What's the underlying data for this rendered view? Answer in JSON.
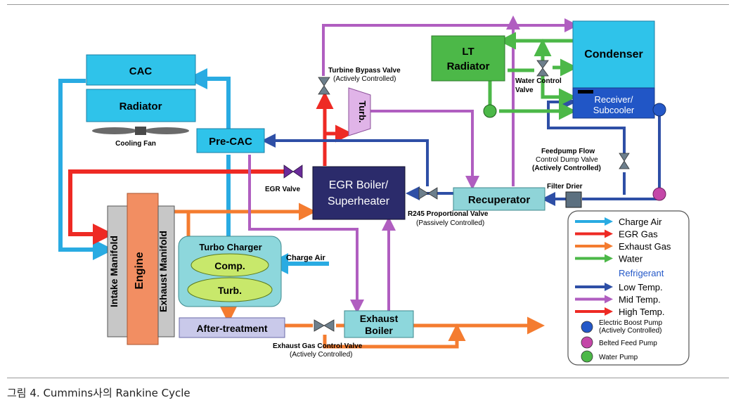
{
  "caption": "그림 4. Cummins사의 Rankine Cycle",
  "components": {
    "cac": "CAC",
    "radiator": "Radiator",
    "cooling_fan": "Cooling Fan",
    "pre_cac": "Pre-CAC",
    "lt_radiator_1": "LT",
    "lt_radiator_2": "Radiator",
    "condenser": "Condenser",
    "receiver_1": "Receiver/",
    "receiver_2": "Subcooler",
    "water_control_valve_1": "Water Control",
    "water_control_valve_2": "Valve",
    "turbine_bypass_valve": "Turbine Bypass  Valve",
    "turbine_bypass_valve_note": "(Actively Controlled)",
    "turb_expander": "Turb.",
    "feedpump_flow": "Feedpump Flow",
    "control_dump_valve": "Control Dump Valve",
    "control_dump_valve_note": "(Actively Controlled)",
    "egr_boiler_1": "EGR Boiler/",
    "egr_boiler_2": "Superheater",
    "egr_valve": "EGR Valve",
    "recuperator": "Recuperator",
    "filter_drier": "Filter Drier",
    "r245_valve": "R245 Proportional  Valve",
    "r245_valve_note": "(Passively Controlled)",
    "intake_manifold": "Intake  Manifold",
    "engine": "Engine",
    "exhaust_manifold": "Exhaust  Manifold",
    "turbo_charger": "Turbo Charger",
    "comp": "Comp.",
    "turb": "Turb.",
    "charge_air_label": "Charge Air",
    "after_treatment": "After-treatment",
    "exhaust_boiler_1": "Exhaust",
    "exhaust_boiler_2": "Boiler",
    "exhaust_gas_control_valve": "Exhaust Gas Control Valve",
    "exhaust_gas_control_valve_note": "(Actively Controlled)"
  },
  "legend": {
    "items": [
      {
        "label": "Charge Air",
        "color": "#29abe2"
      },
      {
        "label": "EGR Gas",
        "color": "#ee2a24"
      },
      {
        "label": "Exhaust Gas",
        "color": "#f47c30"
      },
      {
        "label": "Water",
        "color": "#4cb848"
      }
    ],
    "refrigerant_title": "Refrigerant",
    "refrigerant_items": [
      {
        "label": "Low Temp.",
        "color": "#2e4fa6"
      },
      {
        "label": "Mid Temp.",
        "color": "#b05ec0"
      },
      {
        "label": "High Temp.",
        "color": "#ee2a24"
      }
    ],
    "pumps": [
      {
        "label_1": "Electric Boost Pump",
        "label_2": "(Actively Controlled)",
        "color": "#2458c8"
      },
      {
        "label_1": "Belted Feed Pump",
        "label_2": "",
        "color": "#c447a8"
      },
      {
        "label_1": "Water Pump",
        "label_2": "",
        "color": "#4cb848"
      }
    ]
  },
  "colors": {
    "charge_air": "#29abe2",
    "egr_gas": "#ee2a24",
    "exhaust_gas": "#f47c30",
    "water": "#4cb848",
    "low_temp": "#2e4fa6",
    "mid_temp": "#b05ec0",
    "high_temp": "#ee2a24"
  }
}
